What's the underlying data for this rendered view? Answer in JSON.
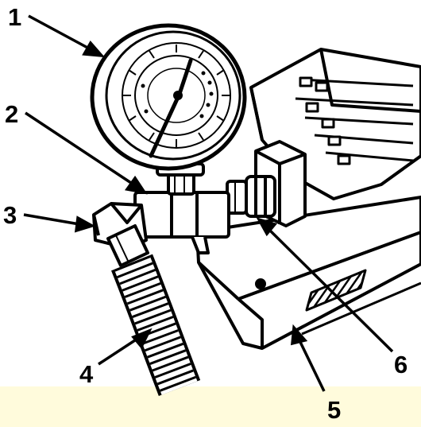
{
  "diagram": {
    "background_color": "#ffffff",
    "band_color": "#fffbdc",
    "line_color": "#000000",
    "callouts": [
      {
        "id": "1",
        "label": "1"
      },
      {
        "id": "2",
        "label": "2"
      },
      {
        "id": "3",
        "label": "3"
      },
      {
        "id": "4",
        "label": "4"
      },
      {
        "id": "5",
        "label": "5"
      },
      {
        "id": "6",
        "label": "6"
      }
    ],
    "parts": {
      "item_1": "pressure-gauge",
      "item_2": "tee-fitting",
      "item_3": "elbow-fitting",
      "item_4": "hose",
      "item_5": "manifold-block",
      "item_6": "adapter-nut"
    }
  }
}
